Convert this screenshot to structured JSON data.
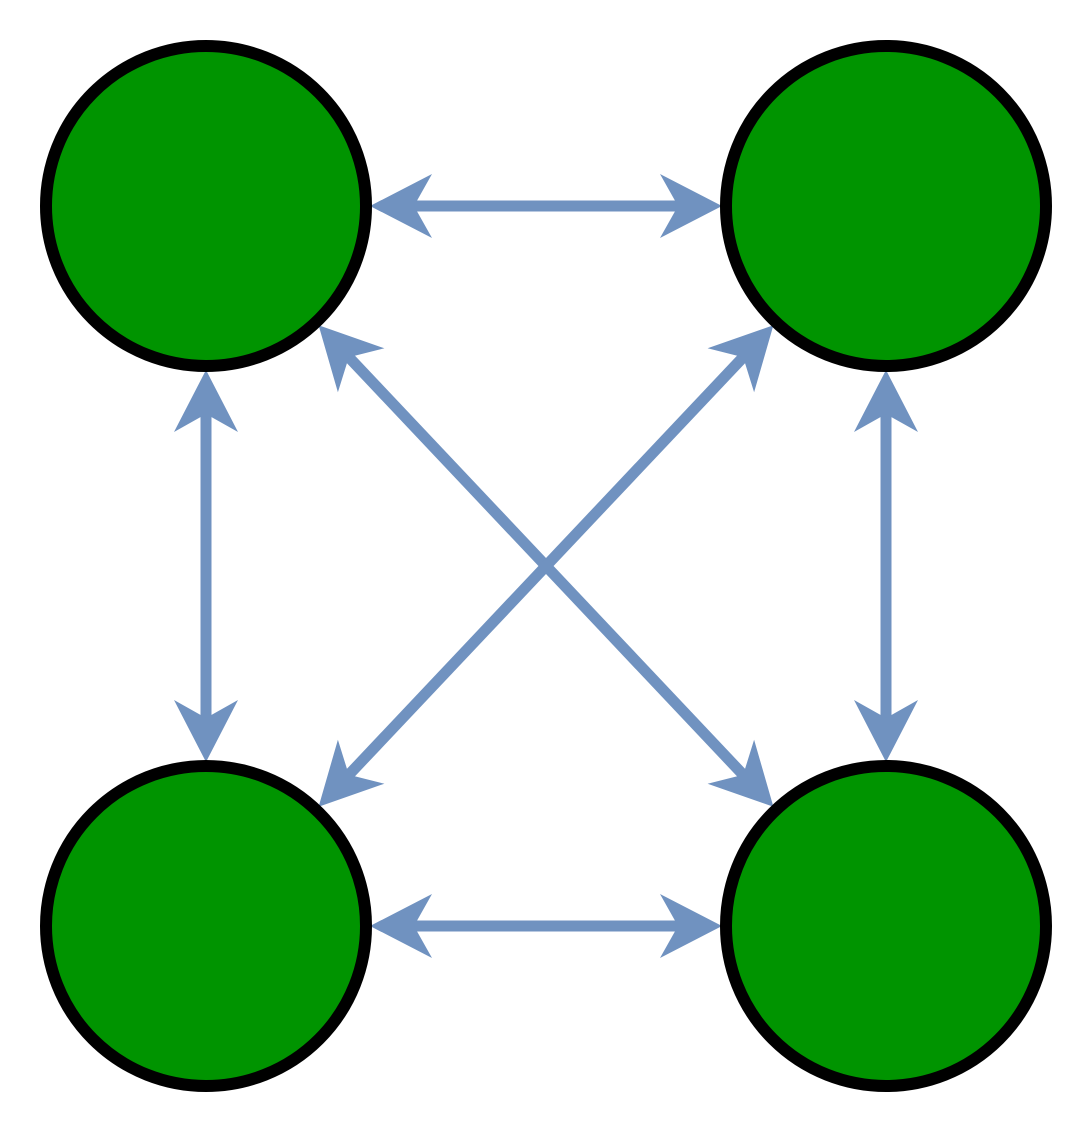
{
  "diagram": {
    "type": "complete-graph",
    "edge_style": "bidirectional-arrow",
    "colors": {
      "background": "#ffffff",
      "node_fill": "#009400",
      "node_stroke": "#000000",
      "edge": "#7092c0"
    },
    "nodes": [
      {
        "id": "top-left",
        "label": ""
      },
      {
        "id": "top-right",
        "label": ""
      },
      {
        "id": "bottom-left",
        "label": ""
      },
      {
        "id": "bottom-right",
        "label": ""
      }
    ],
    "edges": [
      {
        "from": "top-left",
        "to": "top-right",
        "bidirectional": true
      },
      {
        "from": "bottom-left",
        "to": "bottom-right",
        "bidirectional": true
      },
      {
        "from": "top-left",
        "to": "bottom-left",
        "bidirectional": true
      },
      {
        "from": "top-right",
        "to": "bottom-right",
        "bidirectional": true
      },
      {
        "from": "top-left",
        "to": "bottom-right",
        "bidirectional": true
      },
      {
        "from": "top-right",
        "to": "bottom-left",
        "bidirectional": true
      }
    ]
  }
}
